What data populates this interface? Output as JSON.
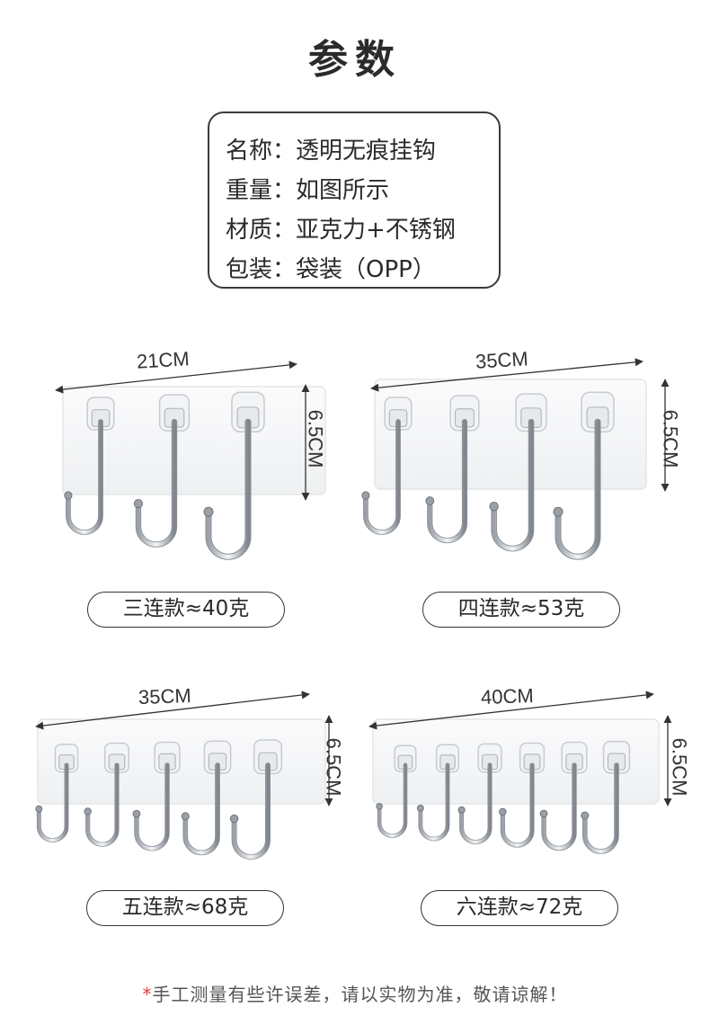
{
  "title": "参数",
  "specs": [
    {
      "label": "名称",
      "colon": "：",
      "value": "透明无痕挂钩"
    },
    {
      "label": "重量",
      "colon": "：",
      "value": "如图所示"
    },
    {
      "label": "材质",
      "colon": "：",
      "value": "亚克力+不锈钢"
    },
    {
      "label": "包装",
      "colon": "：",
      "value": "袋装（OPP）"
    }
  ],
  "products": [
    {
      "width": "21CM",
      "height": "6.5CM",
      "caption": "三连款≈40克",
      "hooks": 3
    },
    {
      "width": "35CM",
      "height": "6.5CM",
      "caption": "四连款≈53克",
      "hooks": 4
    },
    {
      "width": "35CM",
      "height": "6.5CM",
      "caption": "五连款≈68克",
      "hooks": 5
    },
    {
      "width": "40CM",
      "height": "6.5CM",
      "caption": "六连款≈72克",
      "hooks": 6
    }
  ],
  "note": {
    "star": "*",
    "text": "手工测量有些许误差，请以实物为准，敬请谅解！"
  }
}
